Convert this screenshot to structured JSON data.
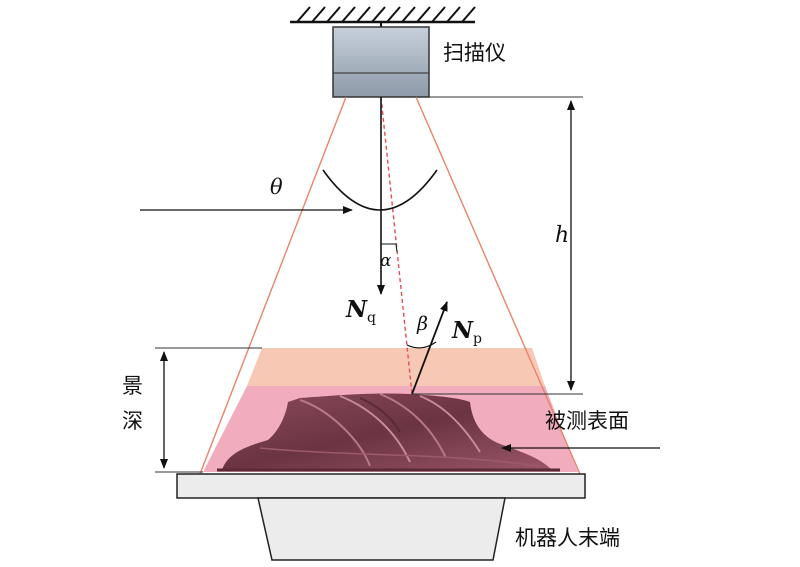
{
  "labels": {
    "scanner": "扫描仪",
    "theta": "θ",
    "alpha": "α",
    "h": "h",
    "beta": "β",
    "nq_main": "N",
    "nq_sub": "q",
    "np_main": "N",
    "np_sub": "p",
    "depth_of_field": [
      "景",
      "深"
    ],
    "measured_surface": "被测表面",
    "robot_end": "机器人末端"
  },
  "colors": {
    "laser_line": "#e8846a",
    "band_upper": "#f6c0a8",
    "band_lower": "#ef9fb2",
    "scanner_body": "#a9b5c3",
    "surface_fill": "#7a3f4e",
    "base_fill": "#ececec"
  }
}
